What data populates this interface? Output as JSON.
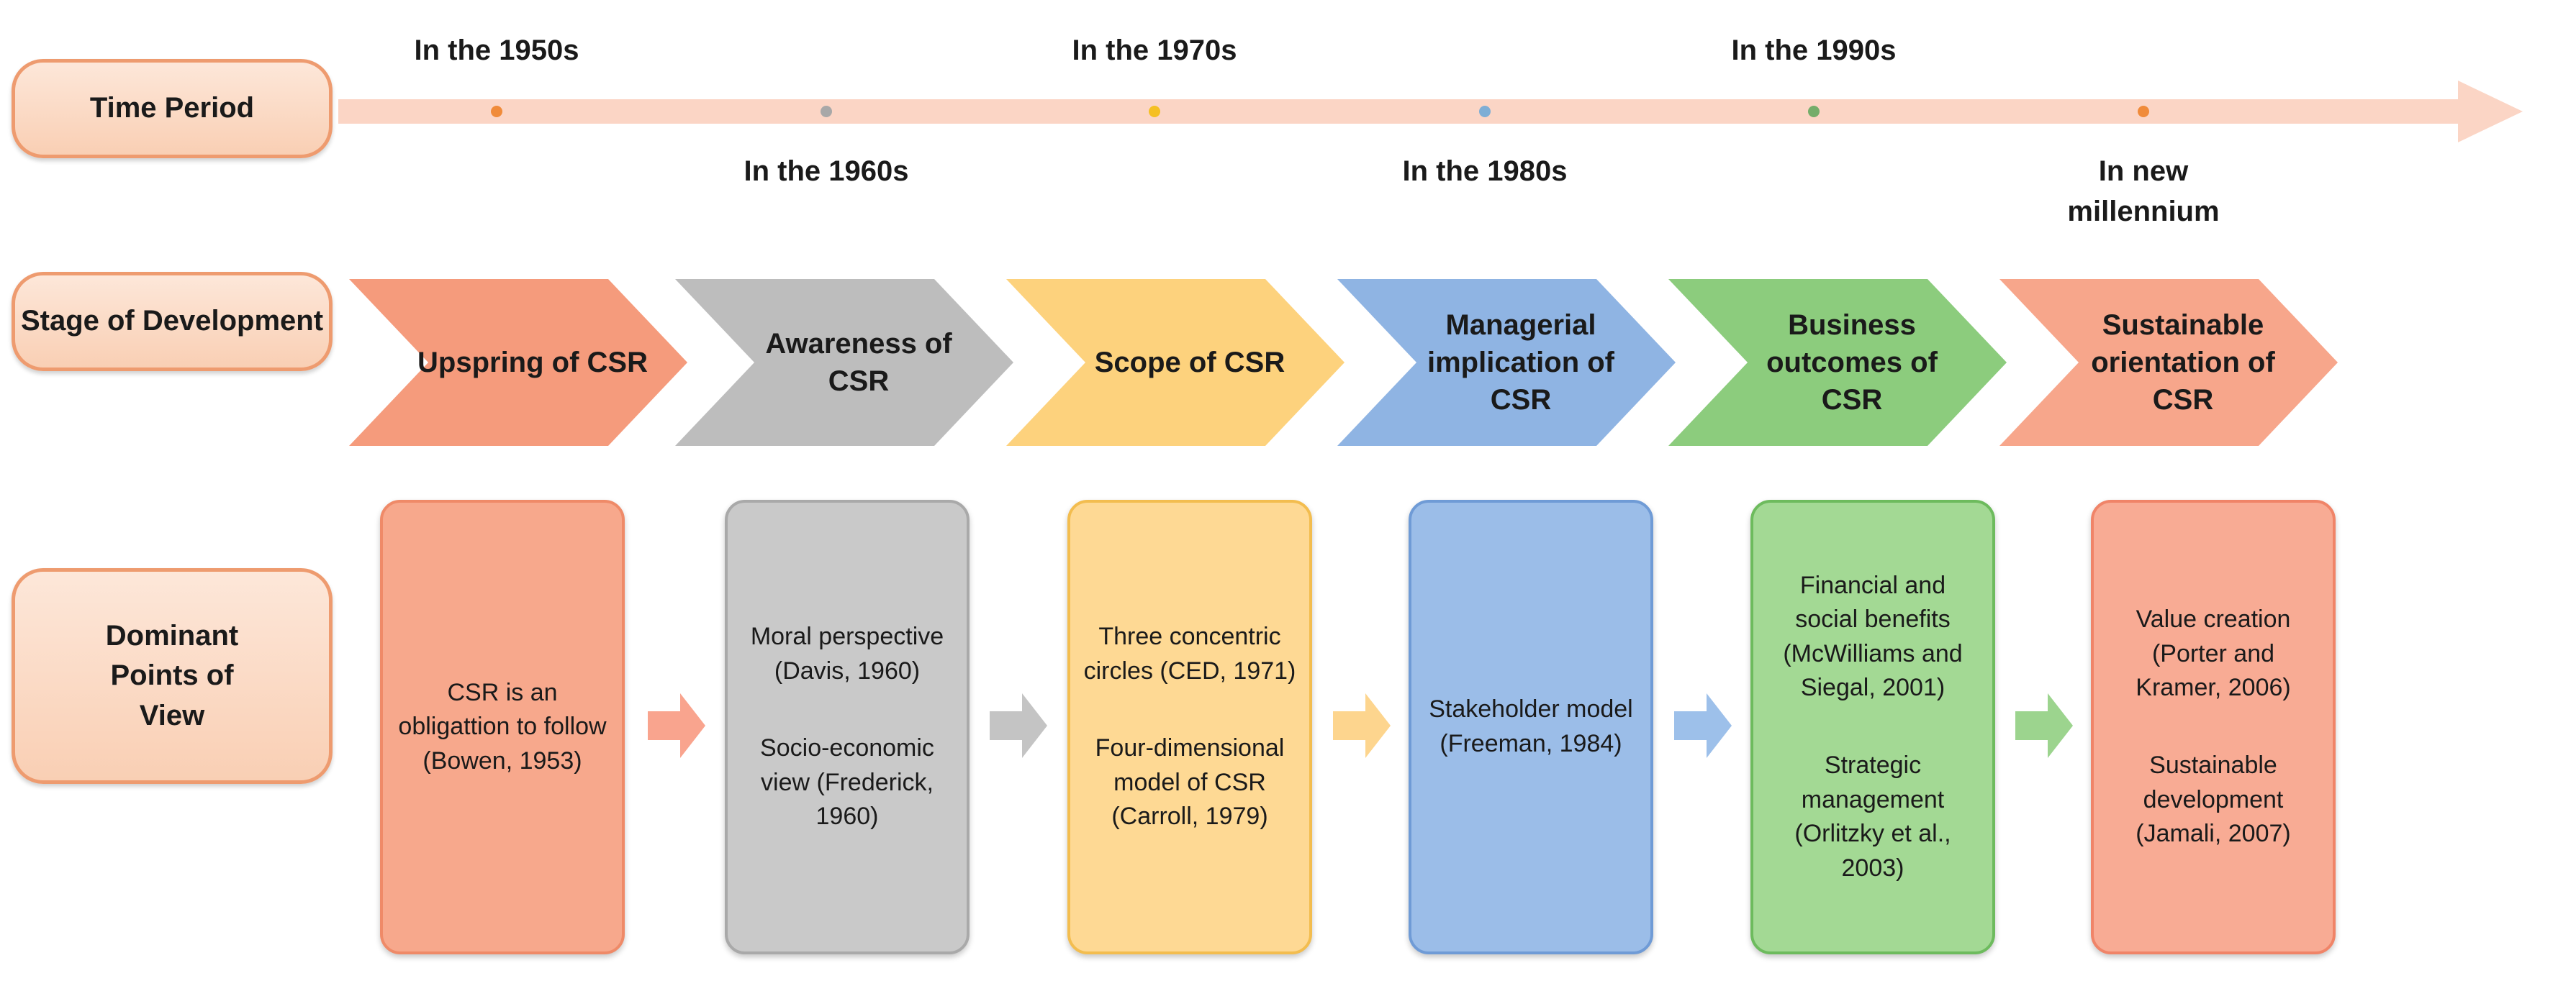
{
  "rows": {
    "time_period": "Time Period",
    "stage": "Stage of Development",
    "views": "Dominant Points of View"
  },
  "periods": {
    "p1950": "In the 1950s",
    "p1960": "In the 1960s",
    "p1970": "In the 1970s",
    "p1980": "In the 1980s",
    "p1990": "In the 1990s",
    "p2000": "In new millennium"
  },
  "stages": [
    {
      "label": "Upspring of CSR",
      "color": "#f59b7c"
    },
    {
      "label": "Awareness of CSR",
      "color": "#bdbdbd"
    },
    {
      "label": "Scope of CSR",
      "color": "#fdd27d"
    },
    {
      "label": "Managerial implication of CSR",
      "color": "#8fb4e3"
    },
    {
      "label": "Business outcomes of CSR",
      "color": "#8ccc7d"
    },
    {
      "label": "Sustainable orientation of CSR",
      "color": "#f7a68b"
    }
  ],
  "views": [
    {
      "color": "#f7a88c",
      "border": "#ef8a68",
      "items": [
        "CSR is an obligattion to follow (Bowen, 1953)"
      ]
    },
    {
      "color": "#c9c9c9",
      "border": "#a9a9a9",
      "items": [
        "Moral perspective (Davis, 1960)",
        "Socio-economic view (Frederick, 1960)"
      ]
    },
    {
      "color": "#fed994",
      "border": "#f3bd4f",
      "items": [
        "Three concentric circles (CED, 1971)",
        "Four-dimensional model of CSR (Carroll, 1979)"
      ]
    },
    {
      "color": "#9bbde8",
      "border": "#6f9bd6",
      "items": [
        "Stakeholder model (Freeman, 1984)"
      ]
    },
    {
      "color": "#a3d994",
      "border": "#6dbb5d",
      "items": [
        "Financial and social benefits (McWilliams and Siegal, 2001)",
        "Strategic management (Orlitzky et al., 2003)"
      ]
    },
    {
      "color": "#f8ab94",
      "border": "#f08468",
      "items": [
        "Value creation (Porter and Kramer, 2006)",
        "Sustainable development (Jamali, 2007)"
      ]
    }
  ],
  "colors": {
    "timeline": "#fbd5c5",
    "label_border": "#ee9b6f",
    "dots": [
      "#f08b3a",
      "#a8a8a8",
      "#f5c023",
      "#7eaed5",
      "#74ad6a",
      "#f08b3a"
    ],
    "small_arrows": [
      "#f9a48e",
      "#c4c4c4",
      "#fdd58e",
      "#9dc0ea",
      "#9cd48e"
    ]
  }
}
